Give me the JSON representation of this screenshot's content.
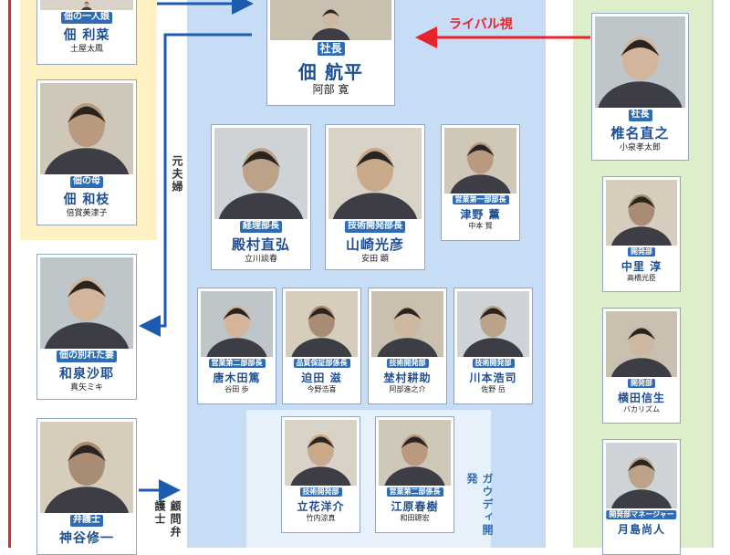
{
  "colors": {
    "red_accent": "#e8242b",
    "arrow_blue": "#1b5cb0",
    "role_blue": "#2e6db5",
    "name_blue": "#1e4f92",
    "center_panel": "#c7ddf6",
    "left_panel": "#fdf1c4",
    "right_panel": "#ddeeca",
    "inner_panel": "#e7f1fb"
  },
  "labels": {
    "rival": "ライバル視",
    "ex_couple": "元夫婦",
    "advisor_lawyer": "顧問弁護士",
    "gaudi": "ガウディ開発"
  },
  "cards": {
    "daughter": {
      "role": "佃の一人娘",
      "name": "佃 利菜",
      "actor": "土屋太鳳"
    },
    "mother": {
      "role": "佃の母",
      "name": "佃 和枝",
      "actor": "倍賞美津子"
    },
    "exwife": {
      "role": "佃の別れた妻",
      "name": "和泉沙耶",
      "actor": "真矢ミキ"
    },
    "lawyer": {
      "role": "弁護士",
      "name": "神谷修一",
      "actor": ""
    },
    "president": {
      "role": "社長",
      "name": "佃 航平",
      "actor": "阿部 寛"
    },
    "tonomura": {
      "role": "経理部長",
      "name": "殿村直弘",
      "actor": "立川談春"
    },
    "yamazaki": {
      "role": "技術開発部長",
      "name": "山崎光彦",
      "actor": "安田 顕"
    },
    "tsuno": {
      "role": "営業第一部部長",
      "name": "津野 薫",
      "actor": "中本 賢"
    },
    "karaki": {
      "role": "営業第二部部長",
      "name": "唐木田篤",
      "actor": "谷田 歩"
    },
    "sakoda": {
      "role": "品質保証部係長",
      "name": "迫田 滋",
      "actor": "今野浩喜"
    },
    "tateyama": {
      "role": "技術開発部",
      "name": "埜村耕助",
      "actor": "阿部進之介"
    },
    "kawamoto": {
      "role": "技術開発部",
      "name": "川本浩司",
      "actor": "佐野 岳"
    },
    "tachibana": {
      "role": "技術開発部",
      "name": "立花洋介",
      "actor": "竹内涼真"
    },
    "ebara": {
      "role": "営業第二部係長",
      "name": "江原春樹",
      "actor": "和田聰宏"
    },
    "shiina": {
      "role": "社長",
      "name": "椎名直之",
      "actor": "小泉孝太郎"
    },
    "nakasato": {
      "role": "開発部",
      "name": "中里 淳",
      "actor": "高橋光臣"
    },
    "yokota": {
      "role": "開発部",
      "name": "横田信生",
      "actor": "バカリズム"
    },
    "tsukishima": {
      "role": "開発部マネージャー",
      "name": "月島尚人",
      "actor": ""
    }
  }
}
